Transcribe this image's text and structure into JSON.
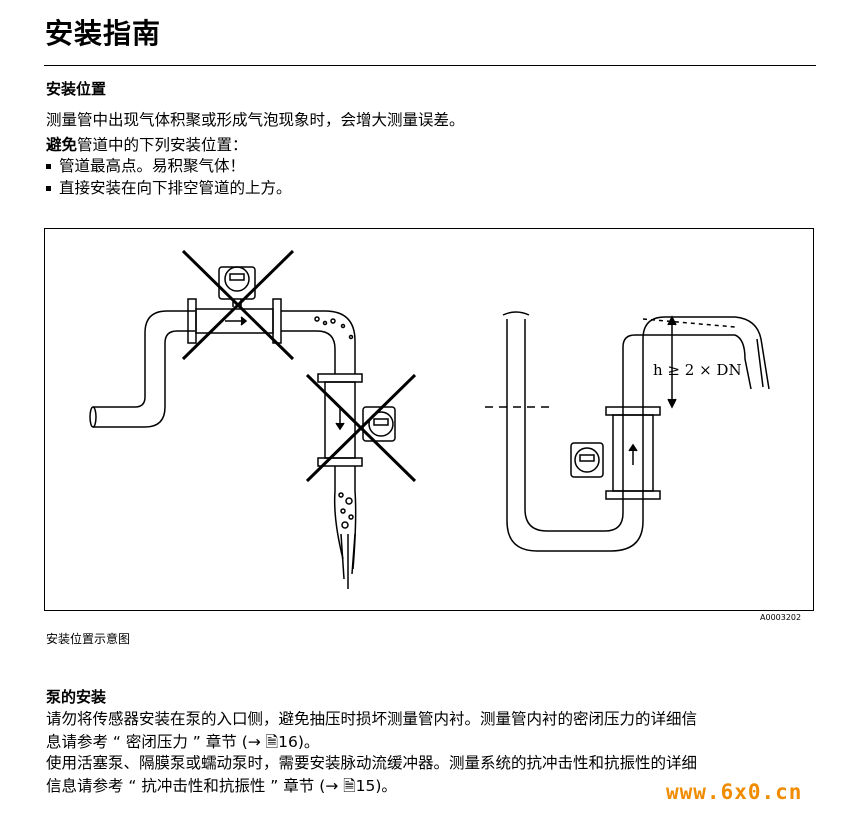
{
  "title": "安装指南",
  "section1": {
    "heading": "安装位置",
    "para1": "测量管中出现气体积聚或形成气泡现象时，会增大测量误差。",
    "para2_bold": "避免",
    "para2_rest": "管道中的下列安装位置：",
    "bullets": [
      "管道最高点。易积聚气体！",
      "直接安装在向下排空管道的上方。"
    ]
  },
  "figure": {
    "formula": "h ≥ 2 × DN",
    "id": "A0003202",
    "caption": "安装位置示意图"
  },
  "section2": {
    "heading": "泵的安装",
    "line1": "请勿将传感器安装在泵的入口侧，避免抽压时损坏测量管内衬。测量管内衬的密闭压力的详细信",
    "line2": "息请参考 “ 密闭压力 ” 章节 (→ 🗎16)。",
    "line3": "使用活塞泵、隔膜泵或蠕动泵时，需要安装脉动流缓冲器。测量系统的抗冲击性和抗振性的详细",
    "line4": "信息请参考 “ 抗冲击性和抗振性 ” 章节 (→ 🗎15)。"
  },
  "watermark": "www.6x0.cn"
}
